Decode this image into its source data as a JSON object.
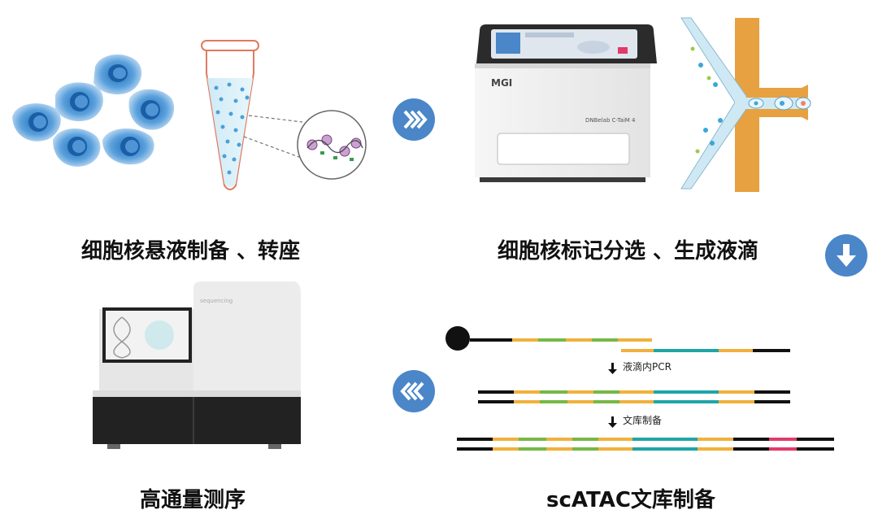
{
  "steps": {
    "step1_label": "细胞核悬液制备 、转座",
    "step2_label": "细胞核标记分选 、生成液滴",
    "step3_label": "scATAC文库制备",
    "step4_label": "高通量测序"
  },
  "annotations": {
    "pcr_label": "液滴内PCR",
    "library_label": "文库制备"
  },
  "instrument": {
    "brand": "MGI",
    "model": "DNBelab C-TaiM 4",
    "sequencer_text": "sequencing"
  },
  "colors": {
    "arrow_blue": "#4a86c8",
    "cell_blue": "#3b82c8",
    "segment_orange": "#f0b13c",
    "segment_green": "#76b846",
    "segment_teal": "#1fa5a8",
    "segment_red": "#e23a6a",
    "chip_orange": "#e7a140"
  },
  "icons": [
    "chevron-right-icon",
    "chevron-down-icon",
    "chevron-left-icon",
    "down-arrow-icon"
  ]
}
